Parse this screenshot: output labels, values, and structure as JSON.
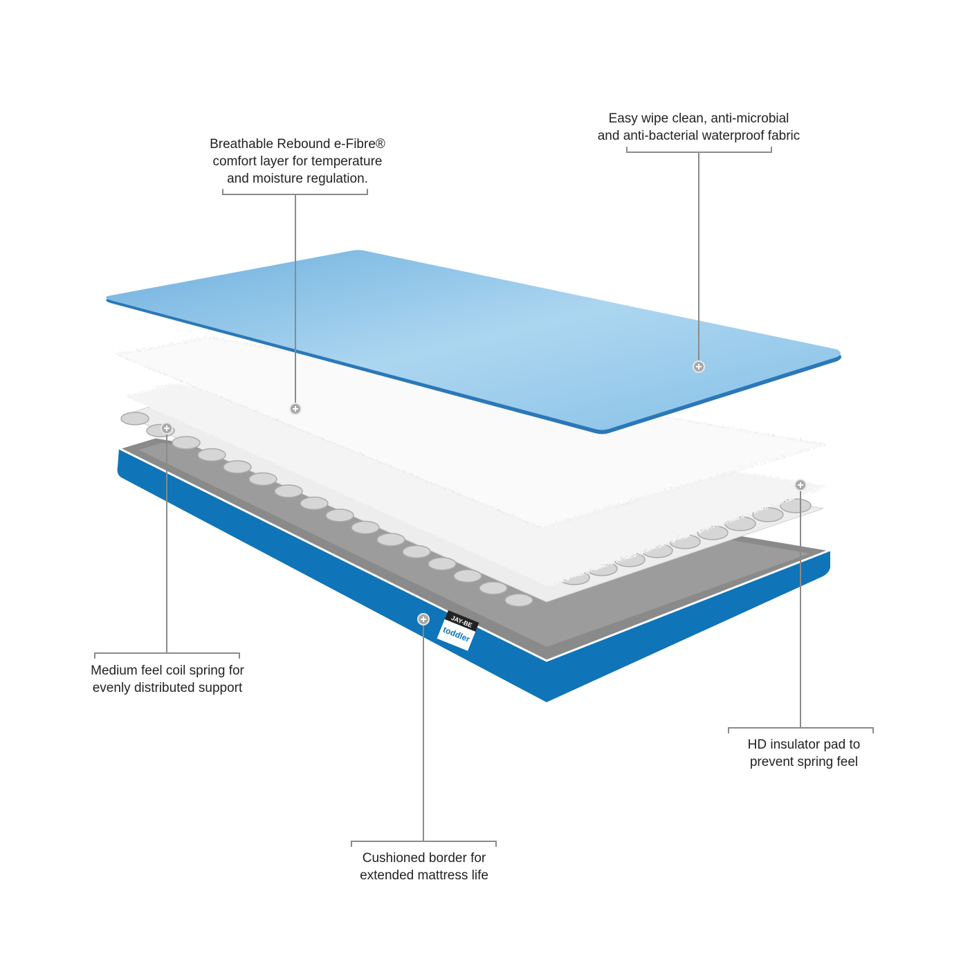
{
  "callouts": {
    "comfort_layer": {
      "lines": [
        "Breathable Rebound e-Fibre®",
        "comfort layer for temperature",
        "and moisture regulation."
      ]
    },
    "fabric": {
      "lines": [
        "Easy wipe clean, anti-microbial",
        "and anti-bacterial waterproof fabric"
      ]
    },
    "coil_spring": {
      "lines": [
        "Medium feel coil spring for",
        "evenly distributed support"
      ]
    },
    "insulator": {
      "lines": [
        "HD insulator pad to",
        "prevent spring feel"
      ]
    },
    "border": {
      "lines": [
        "Cushioned border for",
        "extended mattress life"
      ]
    }
  },
  "logo": {
    "brand": "JAY-BE",
    "product": "toddler"
  },
  "colors": {
    "cover_blue": "#8cc4e8",
    "base_blue": "#0f74b8",
    "leader_line": "#8a8a8a"
  }
}
